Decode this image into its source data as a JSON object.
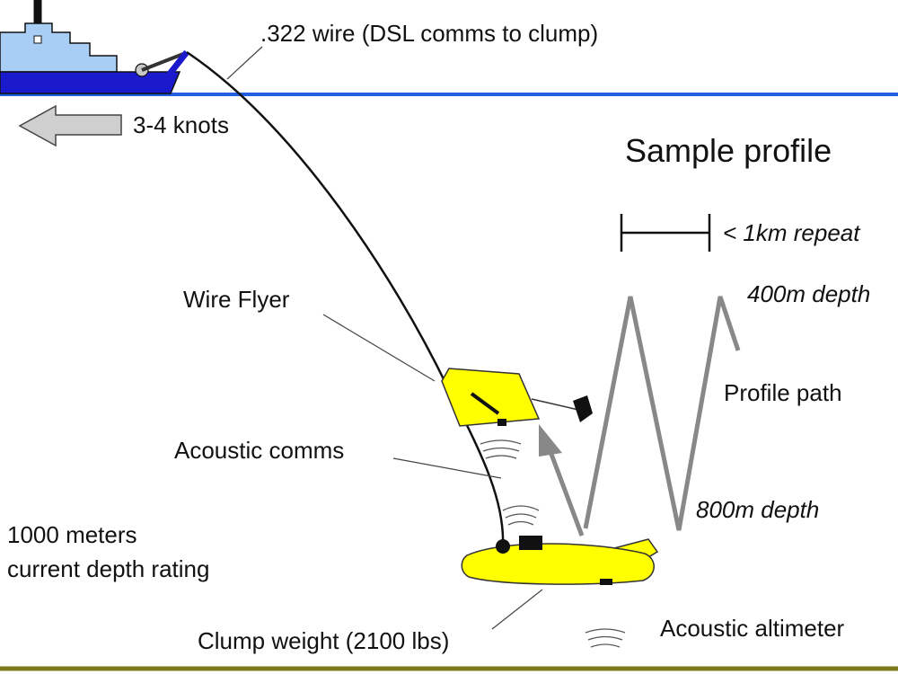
{
  "labels": {
    "wire": ".322 wire (DSL comms to clump)",
    "speed": "3-4 knots",
    "sample_profile": "Sample profile",
    "repeat": "< 1km repeat",
    "depth_top": "400m depth",
    "wire_flyer": "Wire Flyer",
    "profile_path": "Profile path",
    "acoustic_comms": "Acoustic comms",
    "depth_bottom": "800m depth",
    "depth_rating_1": "1000 meters",
    "depth_rating_2": "current depth rating",
    "clump_weight": "Clump weight (2100 lbs)",
    "altimeter": "Acoustic altimeter"
  },
  "colors": {
    "sea_surface": "#1f5fe0",
    "ship_hull": "#1a1acc",
    "ship_cabin": "#a8cef5",
    "vehicle": "#ffff00",
    "profile_path": "#888888",
    "seafloor": "#7a7a1a"
  }
}
